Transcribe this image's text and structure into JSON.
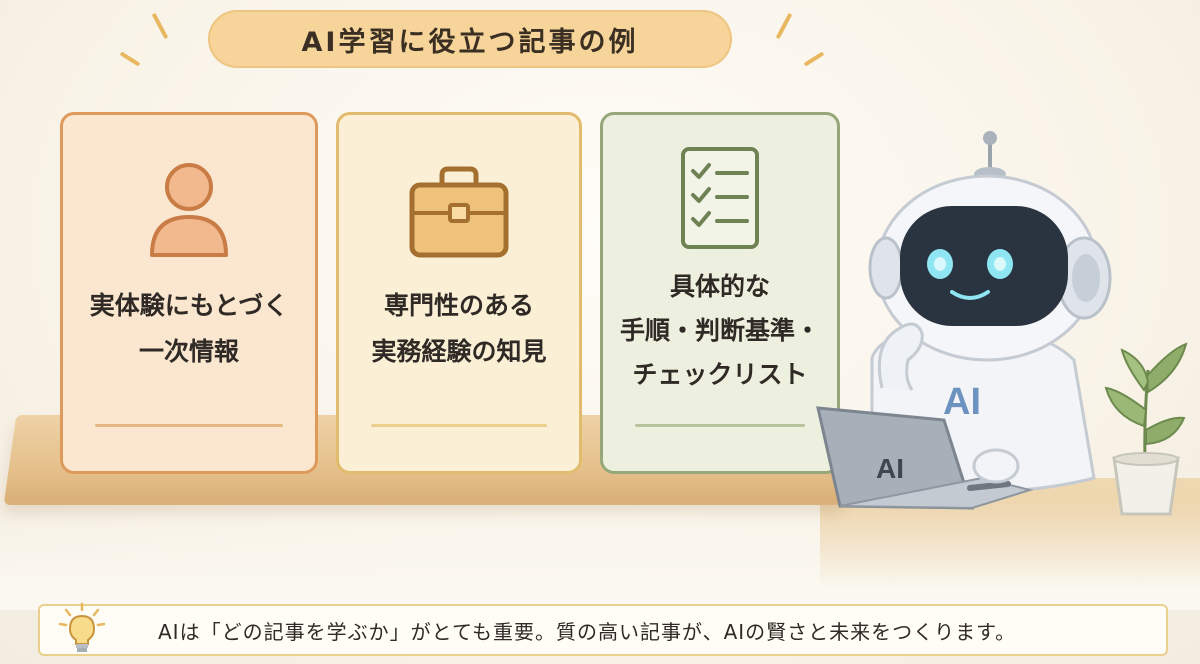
{
  "title": "AI学習に役立つ記事の例",
  "cards": [
    {
      "lines": [
        "実体験にもとづく",
        "一次情報"
      ],
      "icon": "person-icon",
      "accent": "#dd9a5a"
    },
    {
      "lines": [
        "専門性のある",
        "実務経験の知見"
      ],
      "icon": "briefcase-icon",
      "accent": "#e2bc6e"
    },
    {
      "lines": [
        "具体的な",
        "手順・判断基準・",
        "チェックリスト"
      ],
      "icon": "checklist-icon",
      "accent": "#96a779"
    }
  ],
  "robot": {
    "chest_label": "AI",
    "laptop_label": "AI"
  },
  "note": {
    "text": "AIは「どの記事を学ぶか」がとても重要。質の高い記事が、AIの賢さと未来をつくります。",
    "icon": "lightbulb-icon"
  },
  "colors": {
    "title_bg": "#f6d49a",
    "shelf": "#e5c08b"
  }
}
